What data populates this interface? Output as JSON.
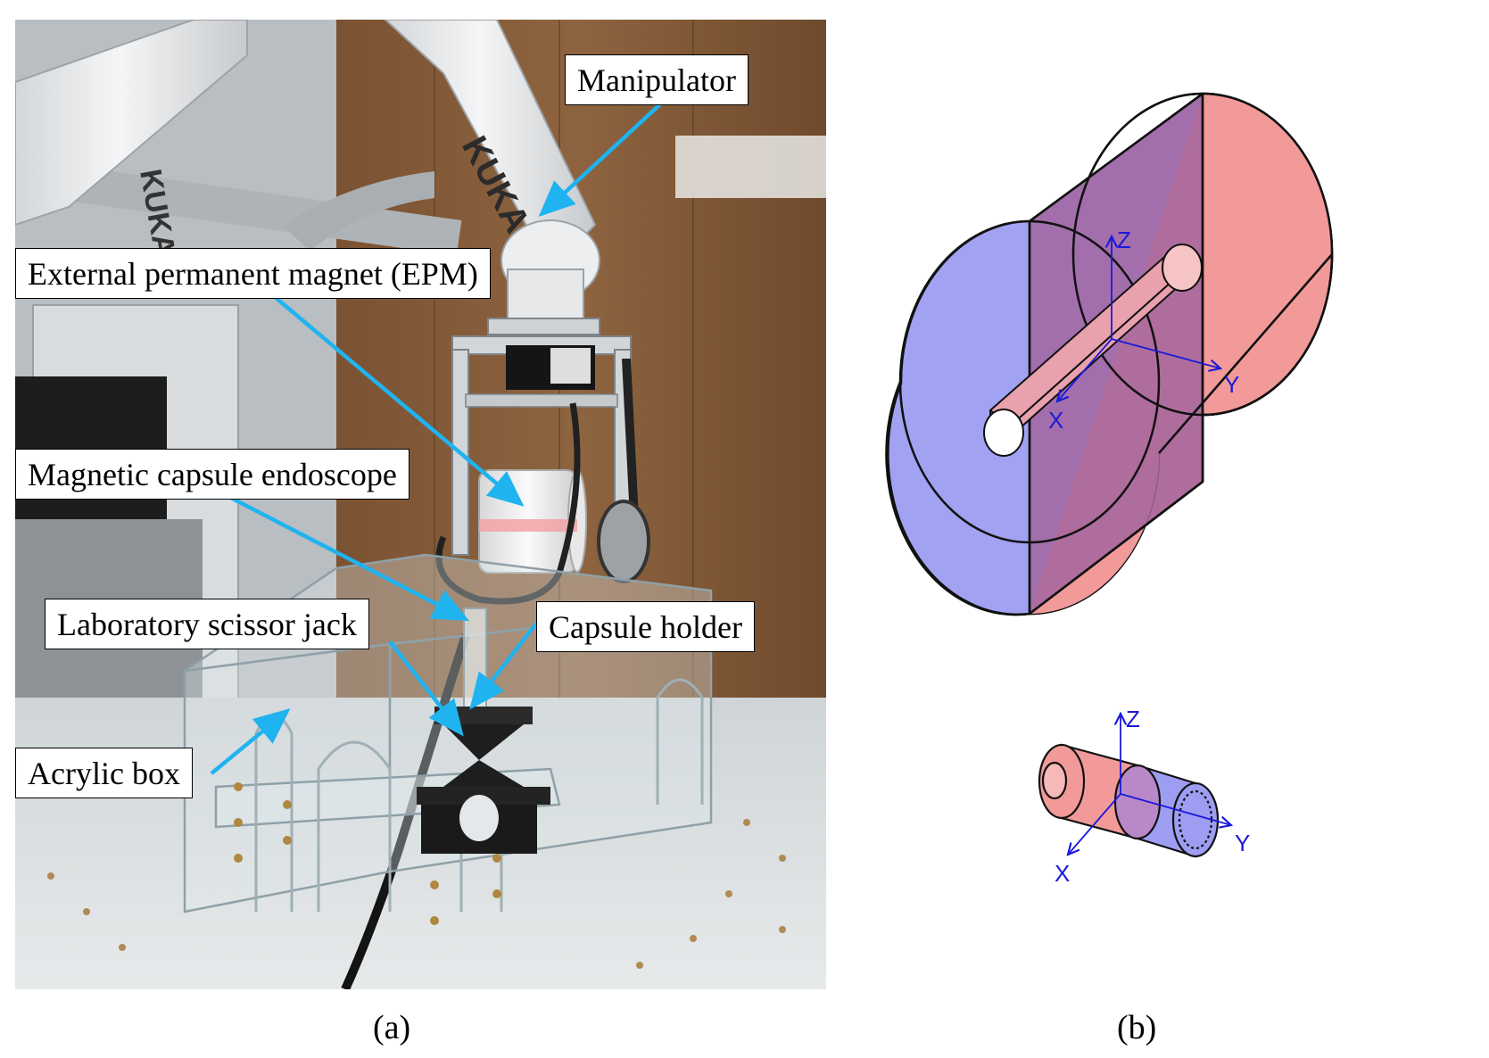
{
  "panel_a": {
    "robot_brand": "KUKA",
    "callouts": {
      "manipulator": "Manipulator",
      "epm": "External permanent magnet (EPM)",
      "capsule_endoscope": "Magnetic capsule endoscope",
      "scissor_jack": "Laboratory scissor jack",
      "capsule_holder": "Capsule holder",
      "acrylic_box": "Acrylic box"
    },
    "arrow_color": "#1fb3f0"
  },
  "panel_b": {
    "epm_axes": {
      "z": "Z",
      "y": "Y",
      "x": "X"
    },
    "capsule_axes": {
      "z": "Z",
      "y": "Y",
      "x": "X"
    },
    "colors": {
      "north": "#f29a9a",
      "south": "#9d9df2",
      "axis": "#1a1ad9"
    }
  },
  "captions": {
    "a": "(a)",
    "b": "(b)"
  }
}
